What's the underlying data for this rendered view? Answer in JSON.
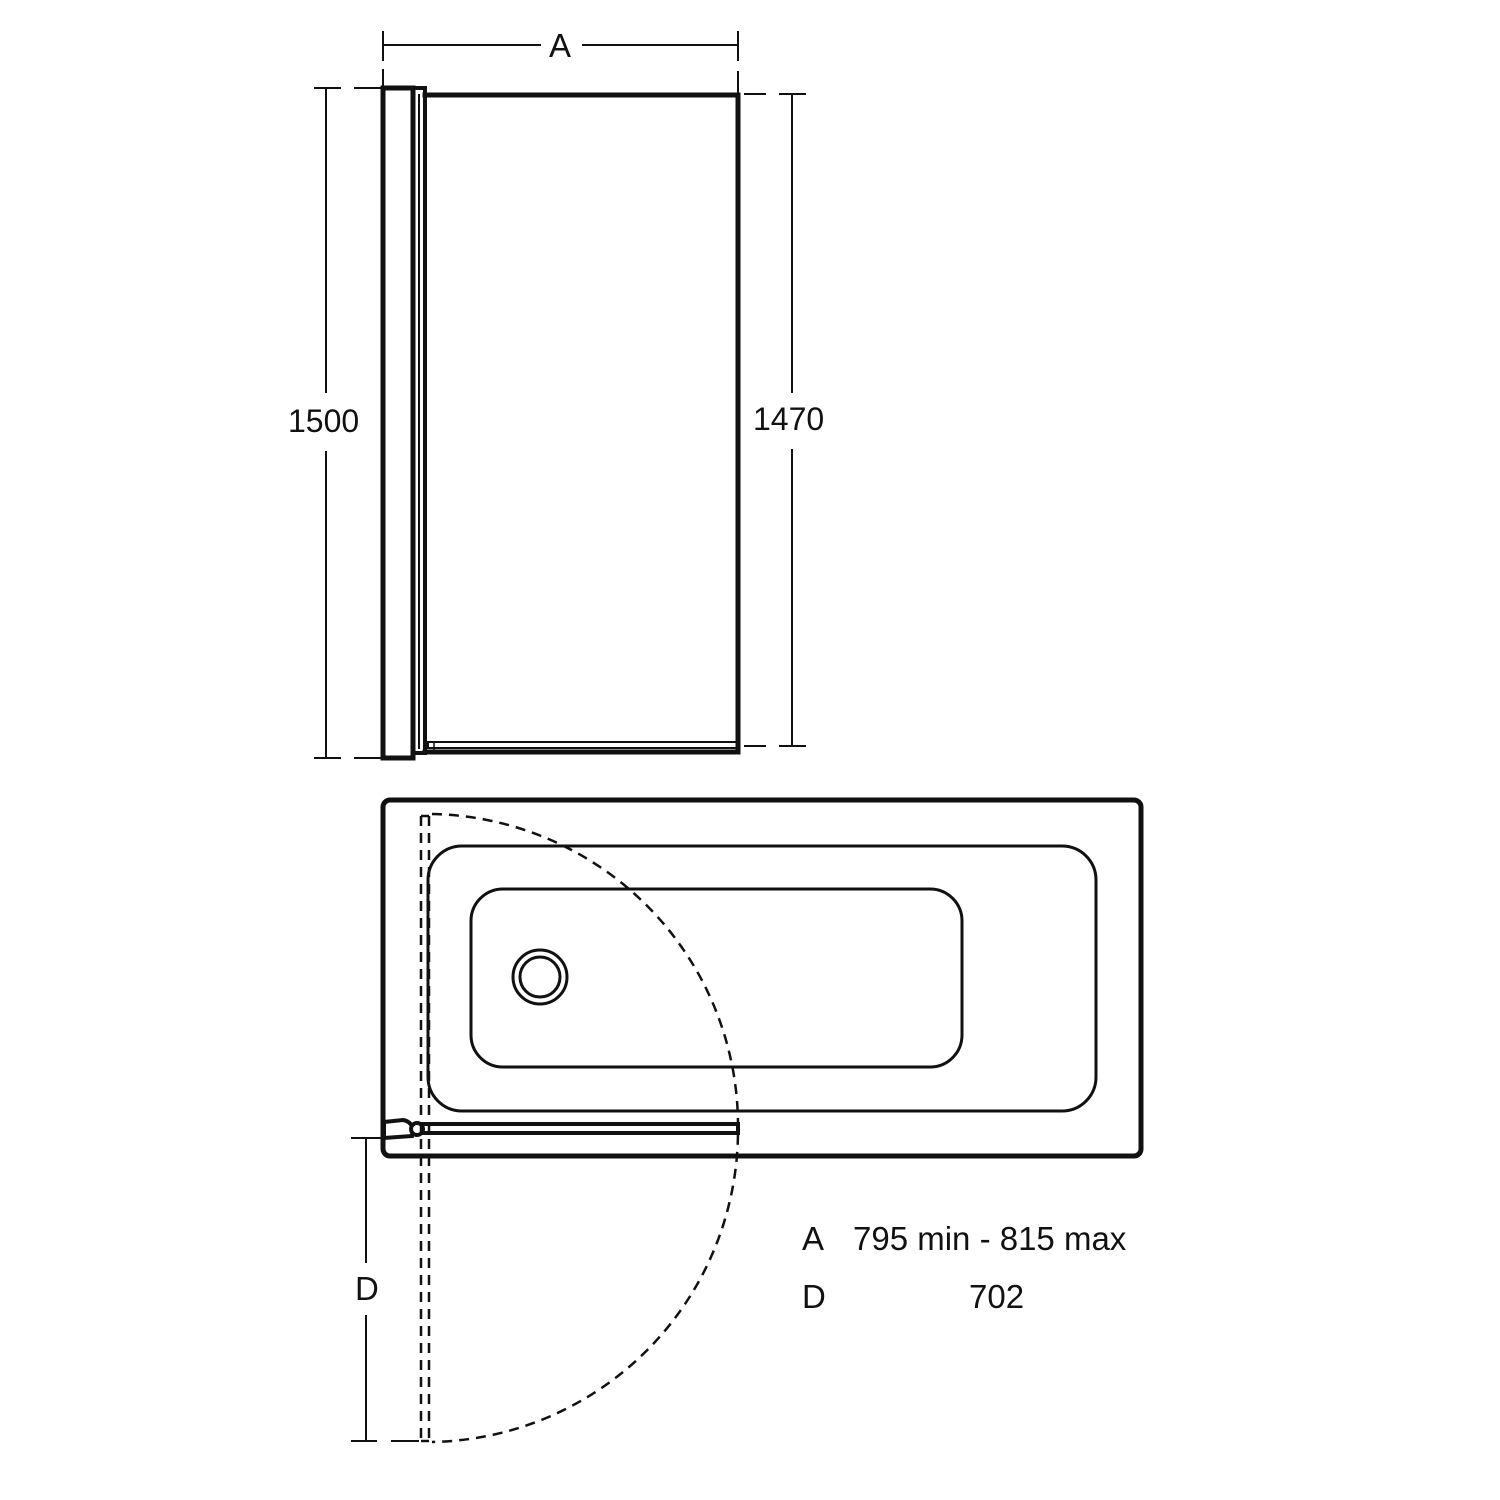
{
  "diagram": {
    "type": "technical-drawing",
    "subject": "bath screen elevation and plan"
  },
  "elevation": {
    "dim_width_label": "A",
    "dim_overall_height": "1500",
    "dim_glass_height": "1470"
  },
  "plan": {
    "dim_swing_label": "D"
  },
  "specs": {
    "rows": [
      {
        "key": "A",
        "value": "795 min - 815 max"
      },
      {
        "key": "D",
        "value": "702"
      }
    ]
  },
  "colors": {
    "line": "#111111",
    "background": "#ffffff"
  }
}
